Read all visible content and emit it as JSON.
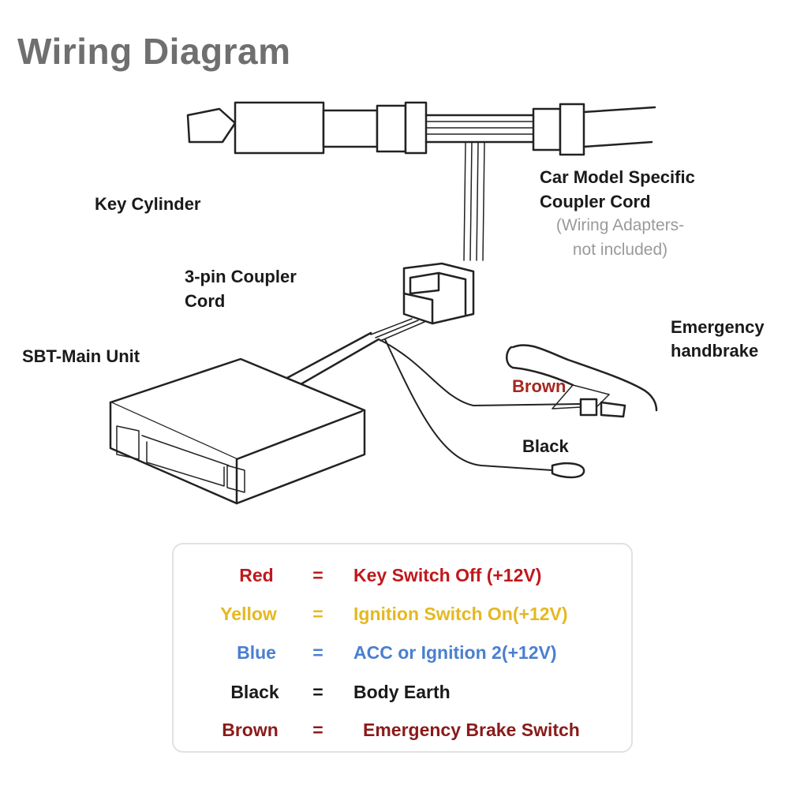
{
  "title": "Wiring Diagram",
  "labels": {
    "key_cylinder": "Key Cylinder",
    "coupler_specific_line1": "Car Model Specific",
    "coupler_specific_line2": "Coupler Cord",
    "adapters_note_line1": "(Wiring Adapters-",
    "adapters_note_line2": "not included)",
    "three_pin_line1": "3-pin Coupler",
    "three_pin_line2": "Cord",
    "main_unit": "SBT-Main Unit",
    "emergency_line1": "Emergency",
    "emergency_line2": "handbrake",
    "brown_wire": "Brown",
    "black_wire": "Black"
  },
  "legend": [
    {
      "color_name": "Red",
      "equals": "=",
      "meaning": "Key Switch Off (+12V)",
      "color": "#c0181c"
    },
    {
      "color_name": "Yellow",
      "equals": "=",
      "meaning": "Ignition Switch On(+12V)",
      "color": "#e6b820"
    },
    {
      "color_name": "Blue",
      "equals": "=",
      "meaning": "ACC or Ignition 2(+12V)",
      "color": "#4a7fcf"
    },
    {
      "color_name": "Black",
      "equals": "=",
      "meaning": "Body Earth",
      "color": "#1a1a1a"
    },
    {
      "color_name": "Brown",
      "equals": "=",
      "meaning": "Emergency Brake Switch",
      "color": "#8b1a1a"
    }
  ],
  "colors": {
    "brown_label": "#a5271f",
    "title": "#6f6f6f",
    "line": "#222222"
  }
}
